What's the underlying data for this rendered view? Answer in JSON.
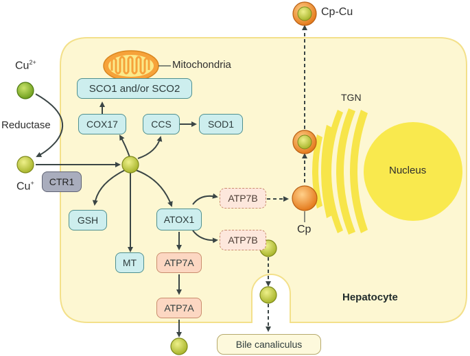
{
  "labels": {
    "cu2": "Cu",
    "cu2_sup": "2+",
    "reductase": "Reductase",
    "cu1": "Cu",
    "cu1_sup": "+",
    "ctr1": "CTR1",
    "mitochondria": "Mitochondria",
    "sco": "SCO1 and/or SCO2",
    "cox17": "COX17",
    "ccs": "CCS",
    "sod1": "SOD1",
    "gsh": "GSH",
    "mt": "MT",
    "atox1": "ATOX1",
    "atp7b_top": "ATP7B",
    "atp7b_bottom": "ATP7B",
    "atp7a_top": "ATP7A",
    "atp7a_bottom": "ATP7A",
    "cp": "Cp",
    "cp_cu": "Cp-Cu",
    "tgn": "TGN",
    "nucleus": "Nucleus",
    "hepatocyte": "Hepatocyte",
    "bile": "Bile canaliculus"
  },
  "colors": {
    "cell_fill": "#fdf7d2",
    "cell_border": "#f3e08a",
    "tgn": "#f7e54a",
    "nucleus": "#f9e94e",
    "copper_green": "#8fbf2c",
    "copper_yellow_green": "#c9d54a",
    "cp_orange": "#f39b3a",
    "arrow": "#3a4545"
  }
}
